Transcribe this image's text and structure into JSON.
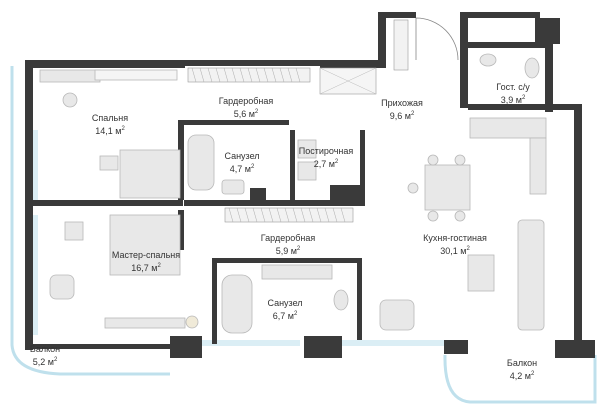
{
  "colors": {
    "wall": "#3a3a3a",
    "window": "#cfe7f0",
    "furniture": "#d7d7d7",
    "furniture_stroke": "#b8b8b8",
    "glass": "#dbeef5"
  },
  "unit_text": "м",
  "unit_power": "2",
  "rooms": [
    {
      "name": "Спальня",
      "area": "14,1"
    },
    {
      "name": "Гардеробная",
      "area": "5,6"
    },
    {
      "name": "Прихожая",
      "area": "9,6"
    },
    {
      "name": "Гост. с/у",
      "area": "3,9"
    },
    {
      "name": "Санузел",
      "area": "4,7"
    },
    {
      "name": "Постирочная",
      "area": "2,7"
    },
    {
      "name": "Гардеробная",
      "area": "5,9"
    },
    {
      "name": "Кухня-гостиная",
      "area": "30,1"
    },
    {
      "name": "Мастер-спальня",
      "area": "16,7"
    },
    {
      "name": "Санузел",
      "area": "6,7"
    },
    {
      "name": "Балкон",
      "area": "5,2"
    },
    {
      "name": "Балкон",
      "area": "4,2"
    }
  ],
  "furniture_icons": [
    "desk-icon",
    "chair-icon",
    "bed-icon",
    "wardrobe-icon",
    "bathtub-icon",
    "toilet-icon",
    "sink-icon",
    "washing-machine-icon",
    "dining-table-icon",
    "sofa-icon",
    "kitchen-counter-icon",
    "plant-icon",
    "armchair-icon",
    "door-icon"
  ]
}
